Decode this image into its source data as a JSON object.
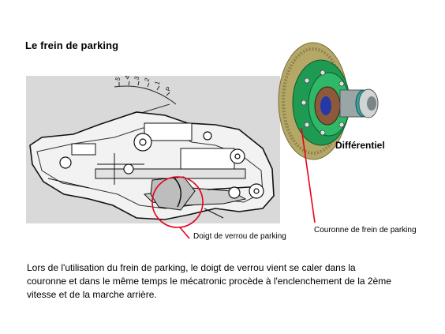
{
  "page": {
    "title": "Le frein de parking",
    "labels": {
      "differentiel": "Différentiel",
      "doigt": "Doigt de verrou de parking",
      "couronne": "Couronne de frein de parking"
    },
    "scale_marks": [
      "5",
      "4",
      "3",
      "2",
      "1",
      "P"
    ],
    "paragraph_lines": [
      "Lors de l'utilisation du frein de parking, le doigt de verrou vient se caler dans la",
      "couronne et dans le même temps le mécatronic procède à l'enclenchement de la 2ème",
      "vitesse et de la marche arrière."
    ]
  },
  "colors": {
    "panel_bg": "#d9d9d9",
    "callout": "#e8001c",
    "gear_gold": "#b5a766",
    "housing_green": "#1f9a52"
  }
}
